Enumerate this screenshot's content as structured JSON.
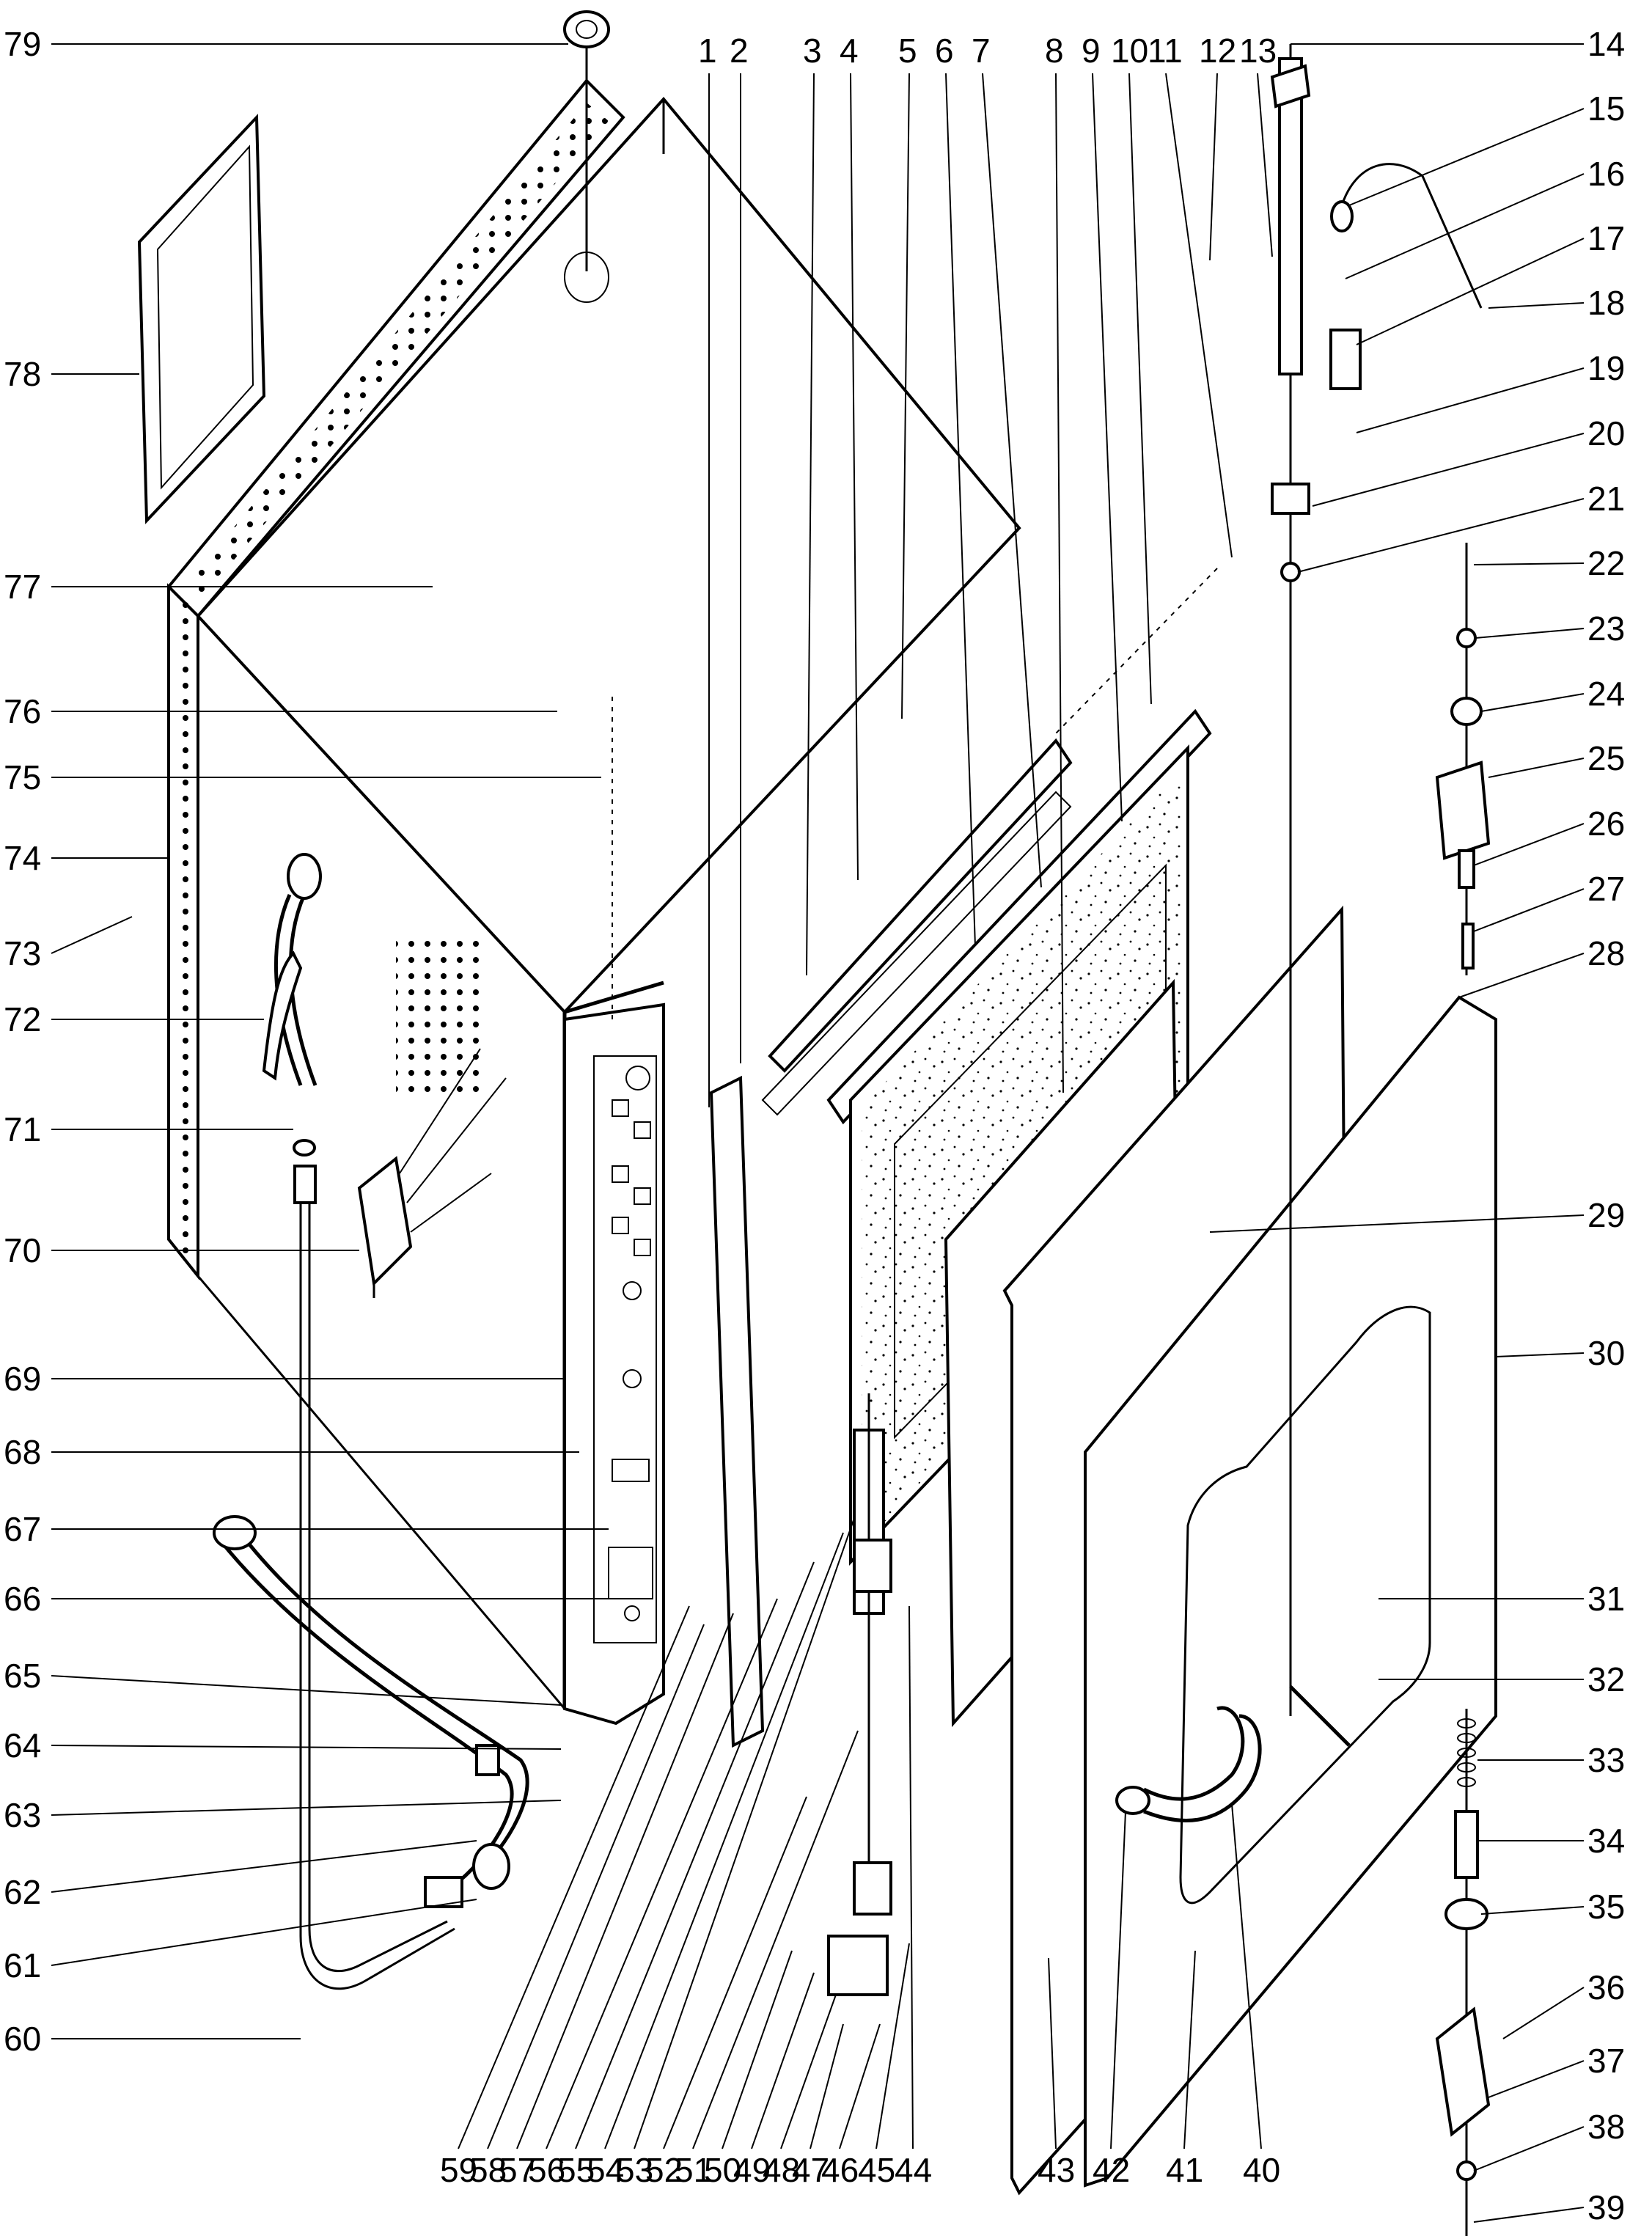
{
  "labels": {
    "top": [
      "1",
      "2",
      "3",
      "4",
      "5",
      "6",
      "7",
      "8",
      "9",
      "10",
      "11",
      "12",
      "13"
    ],
    "right": [
      "14",
      "15",
      "16",
      "17",
      "18",
      "19",
      "20",
      "21",
      "22",
      "23",
      "24",
      "25",
      "26",
      "27",
      "28",
      "29",
      "30",
      "31",
      "32",
      "33",
      "34",
      "35",
      "36",
      "37",
      "38",
      "39"
    ],
    "bottom": [
      "59",
      "58",
      "57",
      "56",
      "55",
      "54",
      "53",
      "52",
      "51",
      "50",
      "49",
      "48",
      "47",
      "46",
      "45",
      "44",
      "43",
      "42",
      "41",
      "40"
    ],
    "left": [
      "79",
      "78",
      "77",
      "76",
      "75",
      "74",
      "73",
      "72",
      "71",
      "70",
      "69",
      "68",
      "67",
      "66",
      "65",
      "64",
      "63",
      "62",
      "61",
      "60"
    ]
  }
}
